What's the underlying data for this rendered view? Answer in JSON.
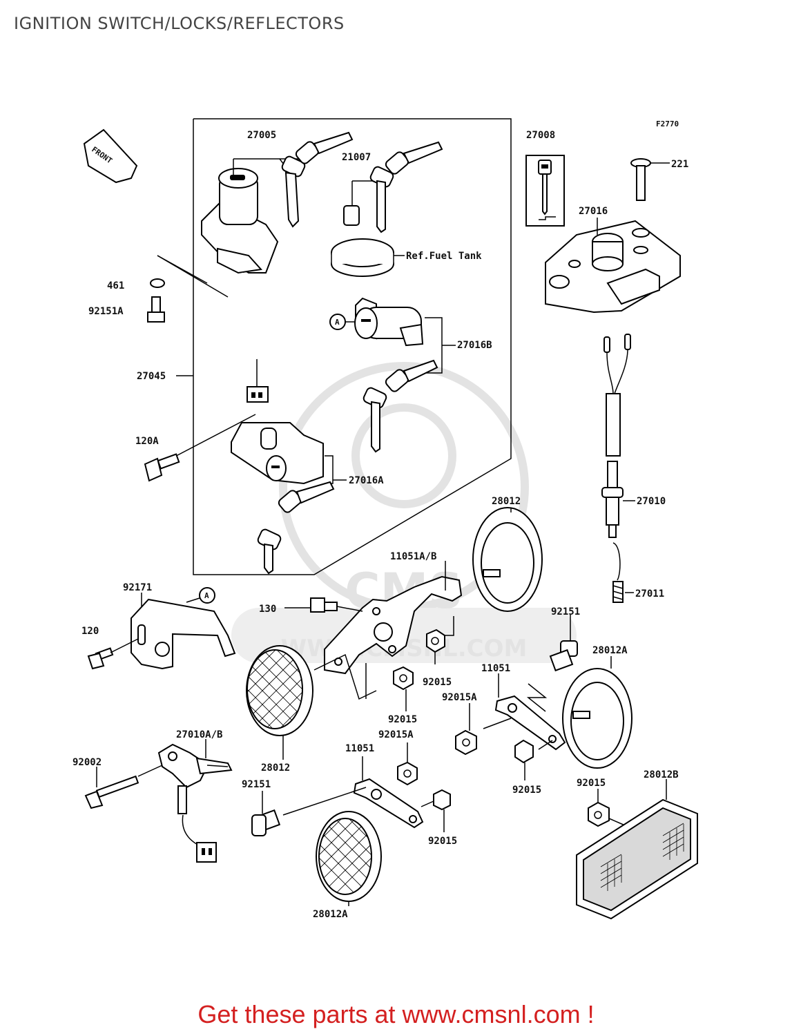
{
  "title": "IGNITION SWITCH/LOCKS/REFLECTORS",
  "diagram_code": "F2770",
  "front_arrow_label": "FRONT",
  "watermark": "WWW.CMSNL.COM",
  "watermark_brand": "CMS",
  "ref_note": "Ref.Fuel Tank",
  "callout_a": "A",
  "footer_cta": "Get these parts at www.cmsnl.com !",
  "labels": {
    "p27005": "27005",
    "p21007": "21007",
    "p27008": "27008",
    "p221": "221",
    "p27016": "27016",
    "p461": "461",
    "p92151A": "92151A",
    "p27016B": "27016B",
    "p27045": "27045",
    "p120A": "120A",
    "p27016A": "27016A",
    "p27010": "27010",
    "p28012_top": "28012",
    "p11051AB": "11051A/B",
    "p27011": "27011",
    "p92171": "92171",
    "p130": "130",
    "p92151_right": "92151",
    "p120": "120",
    "p28012A_right": "28012A",
    "p11051_right": "11051",
    "p92015_mid": "92015",
    "p92015A_right": "92015A",
    "p92015_lower_mid": "92015",
    "p92015A_lower": "92015A",
    "p27010AB": "27010A/B",
    "p92002": "92002",
    "p28012_left": "28012",
    "p11051_lower": "11051",
    "p92015_right_lower": "92015",
    "p92015_far_right": "92015",
    "p28012B": "28012B",
    "p92151_lower": "92151",
    "p92015_bottom": "92015",
    "p28012A_bottom": "28012A"
  }
}
